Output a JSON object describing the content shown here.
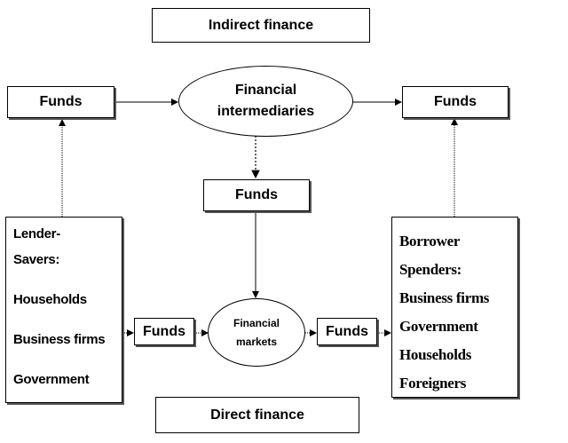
{
  "titles": {
    "indirect": "Indirect finance",
    "direct": "Direct finance"
  },
  "nodes": {
    "funds_left": "Funds",
    "funds_right": "Funds",
    "funds_middle": "Funds",
    "funds_bottom_left": "Funds",
    "funds_bottom_right": "Funds",
    "intermediaries_line1": "Financial",
    "intermediaries_line2": "intermediaries",
    "markets_line1": "Financial",
    "markets_line2": "markets"
  },
  "lenders": [
    "Lender-",
    "Savers:",
    "Households",
    "Business firms",
    "Government"
  ],
  "borrowers": [
    "Borrower",
    "Spenders:",
    "Business firms",
    "Government",
    "Households",
    "Foreigners"
  ]
}
